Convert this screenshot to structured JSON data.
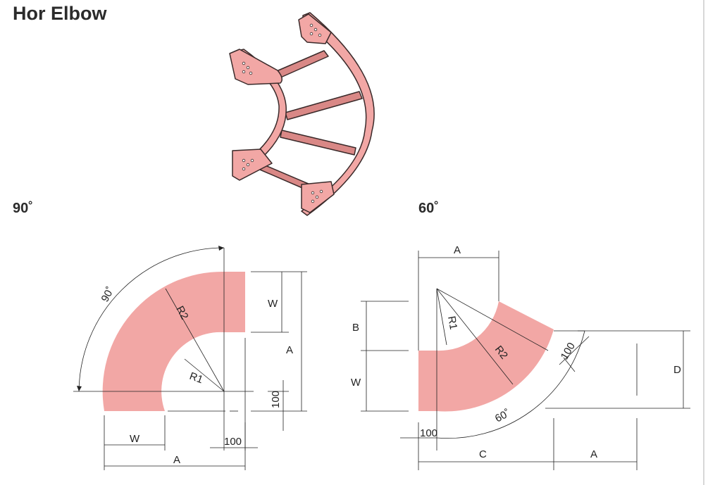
{
  "title": "Hor Elbow",
  "views": {
    "ninety": {
      "label": "90˚"
    },
    "sixty": {
      "label": "60˚"
    }
  },
  "dims90": {
    "angle": "90˚",
    "r2": "R2",
    "r1": "R1",
    "w_right": "W",
    "a_right": "A",
    "off_right": "100",
    "w_bottom": "W",
    "a_bottom": "A",
    "off_bottom": "100"
  },
  "dims60": {
    "a_top": "A",
    "b": "B",
    "w": "W",
    "r1": "R1",
    "r2": "R2",
    "off_diag": "100",
    "d": "D",
    "angle": "60˚",
    "off_bottom": "100",
    "c": "C",
    "a_bottom": "A"
  },
  "colors": {
    "tray": "#f2a7a5",
    "tray_dark": "#d98886",
    "line": "#222222"
  },
  "icons": {
    "iso": "cable-tray-elbow-illustration"
  }
}
